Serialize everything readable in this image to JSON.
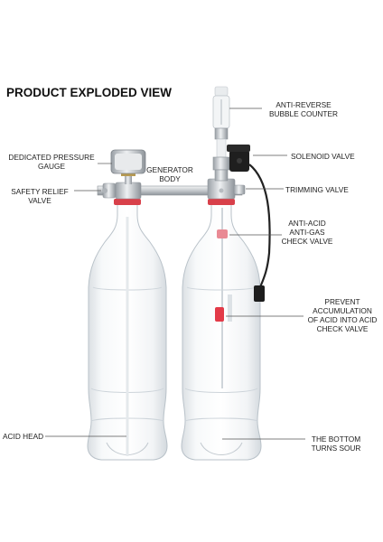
{
  "title": "PRODUCT EXPLODED VIEW",
  "labels": {
    "pressure_gauge": [
      "DEDICATED PRESSURE",
      "GAUGE"
    ],
    "generator_body": [
      "GENERATOR",
      "BODY"
    ],
    "safety_relief_valve": [
      "SAFETY RELIEF",
      "VALVE"
    ],
    "bubble_counter": [
      "ANTI-REVERSE",
      "BUBBLE COUNTER"
    ],
    "solenoid_valve": [
      "SOLENOID VALVE"
    ],
    "trimming_valve": [
      "TRIMMING VALVE"
    ],
    "check_valve": [
      "ANTI-ACID",
      "ANTI-GAS",
      "CHECK VALVE"
    ],
    "acid_check_valve": [
      "PREVENT",
      "ACCUMULATION",
      "OF ACID INTO ACID",
      "CHECK VALVE"
    ],
    "acid_head": [
      "ACID HEAD"
    ],
    "bottom_sour": [
      "THE BOTTOM",
      "TURNS SOUR"
    ]
  },
  "colors": {
    "cap_red": "#d8404a",
    "metal": "#c9ccd0",
    "cable": "#222222",
    "bottle_edge": "#b9c2c9"
  }
}
